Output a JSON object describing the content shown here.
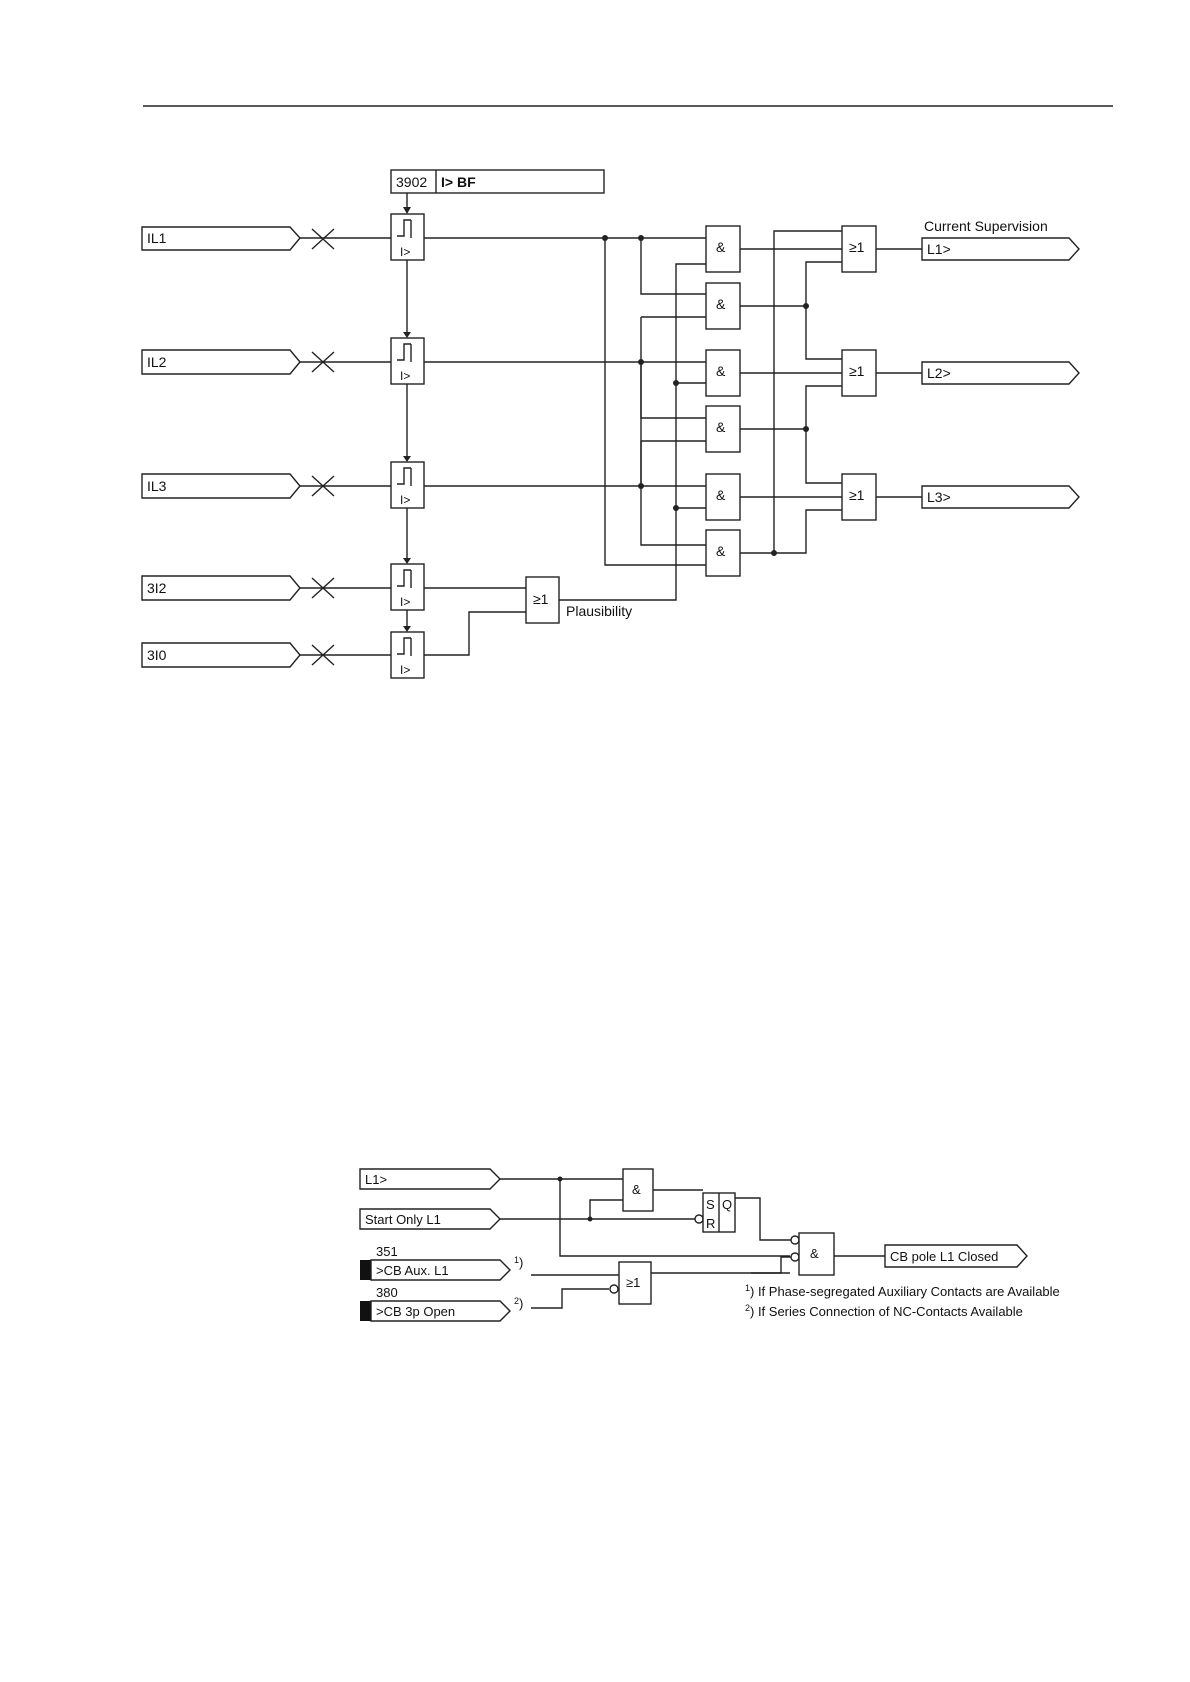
{
  "diagram1": {
    "setting": {
      "address": "3902",
      "name": "I> BF"
    },
    "inputs": [
      "IL1",
      "IL2",
      "IL3",
      "3I2",
      "3I0"
    ],
    "threshold_symbol": "I>",
    "and_symbol": "&",
    "or_symbol": "≥1",
    "plausibility_label": "Plausibility",
    "supervision_title": "Current Supervision",
    "outputs": [
      "L1>",
      "L2>",
      "L3>"
    ]
  },
  "diagram2": {
    "inputs": {
      "l1": "L1>",
      "start_only": "Start Only L1",
      "cb_aux_num": "351",
      "cb_aux": ">CB Aux. L1",
      "cb_3p_num": "380",
      "cb_3p": ">CB 3p Open"
    },
    "ff_s": "S",
    "ff_r": "R",
    "ff_q": "Q",
    "and_symbol": "&",
    "or_symbol": "≥1",
    "output": "CB pole L1 Closed",
    "note1_mark": "1",
    "note1": ") If Phase-segregated Auxiliary Contacts are Available",
    "note2_mark": "2",
    "note2": ") If Series Connection of NC-Contacts Available",
    "sup1": "1",
    "sup2": "2",
    "paren": ")"
  }
}
